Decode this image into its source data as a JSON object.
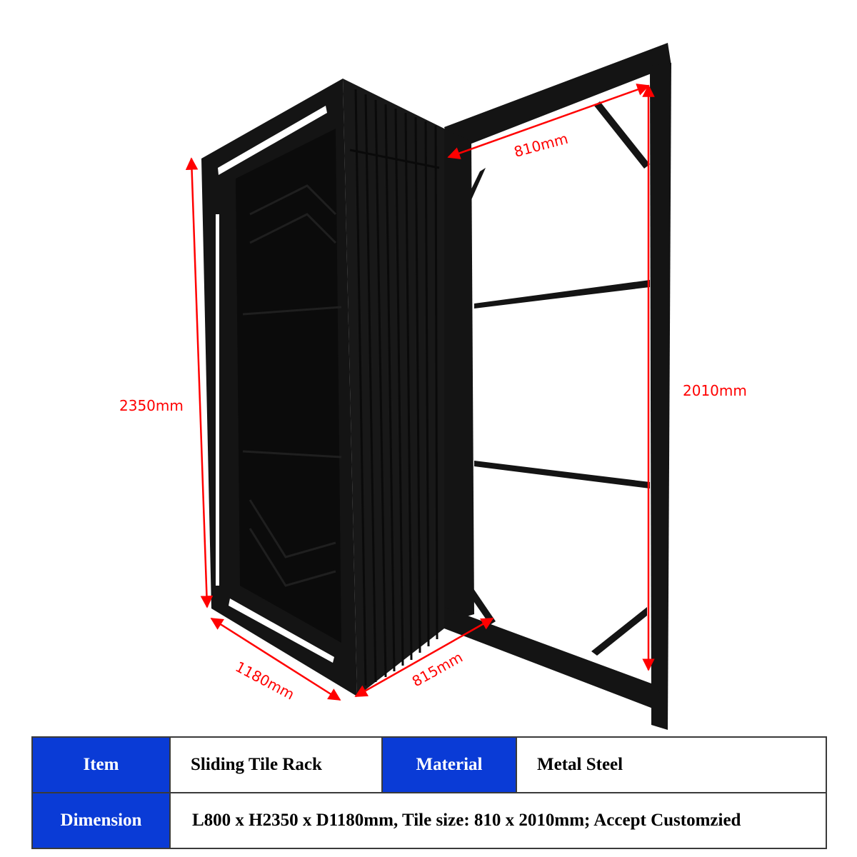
{
  "product": {
    "name": "Sliding Tile Rack",
    "frame_color": "#111111",
    "dimension_line_color": "#ff0000"
  },
  "dimensions": {
    "height_total": "2350mm",
    "depth": "1180mm",
    "width": "815mm",
    "panel_width": "810mm",
    "panel_height": "2010mm"
  },
  "spec_table": {
    "header_color": "#0a3bd6",
    "rows": [
      {
        "cells": [
          {
            "type": "header",
            "text": "Item"
          },
          {
            "type": "value",
            "text": "Sliding Tile Rack"
          },
          {
            "type": "header",
            "text": "Material"
          },
          {
            "type": "value",
            "text": "Metal Steel"
          }
        ]
      },
      {
        "cells": [
          {
            "type": "header",
            "text": "Dimension"
          },
          {
            "type": "value",
            "text": "L800 x H2350 x D1180mm, Tile size: 810 x 2010mm; Accept Customzied"
          }
        ]
      }
    ]
  }
}
